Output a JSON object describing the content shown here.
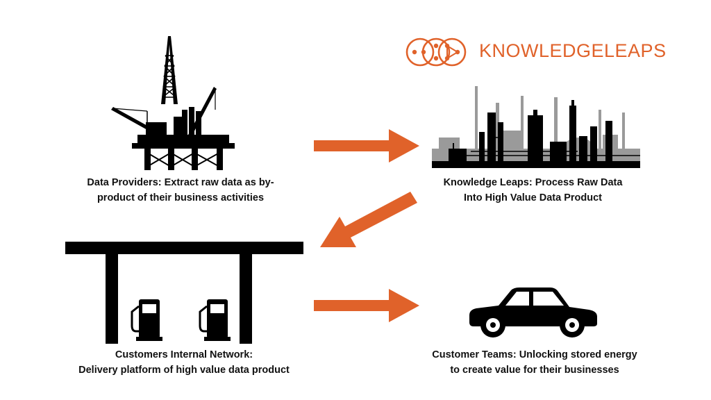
{
  "logo": {
    "name": "KNOWLEDGELEAPS",
    "color": "#e0622a"
  },
  "colors": {
    "arrow": "#e0622a",
    "silhouette": "#000000",
    "background": "#ffffff"
  },
  "nodes": {
    "data_providers": {
      "icon": "oil-rig-icon",
      "line1": "Data Providers: Extract raw data as by-",
      "line2": "product of their business activities"
    },
    "knowledge_leaps": {
      "icon": "refinery-icon",
      "line1": "Knowledge Leaps: Process Raw Data",
      "line2": "Into High Value Data Product"
    },
    "customers_network": {
      "icon": "gas-station-icon",
      "line1": "Customers Internal Network:",
      "line2": "Delivery platform of high value data product"
    },
    "customer_teams": {
      "icon": "car-icon",
      "line1": "Customer Teams: Unlocking stored energy",
      "line2": "to create value for their businesses"
    }
  },
  "flow": [
    {
      "from": "data_providers",
      "to": "knowledge_leaps",
      "icon": "arrow-right-icon"
    },
    {
      "from": "knowledge_leaps",
      "to": "customers_network",
      "icon": "arrow-down-left-icon"
    },
    {
      "from": "customers_network",
      "to": "customer_teams",
      "icon": "arrow-right-icon"
    }
  ]
}
